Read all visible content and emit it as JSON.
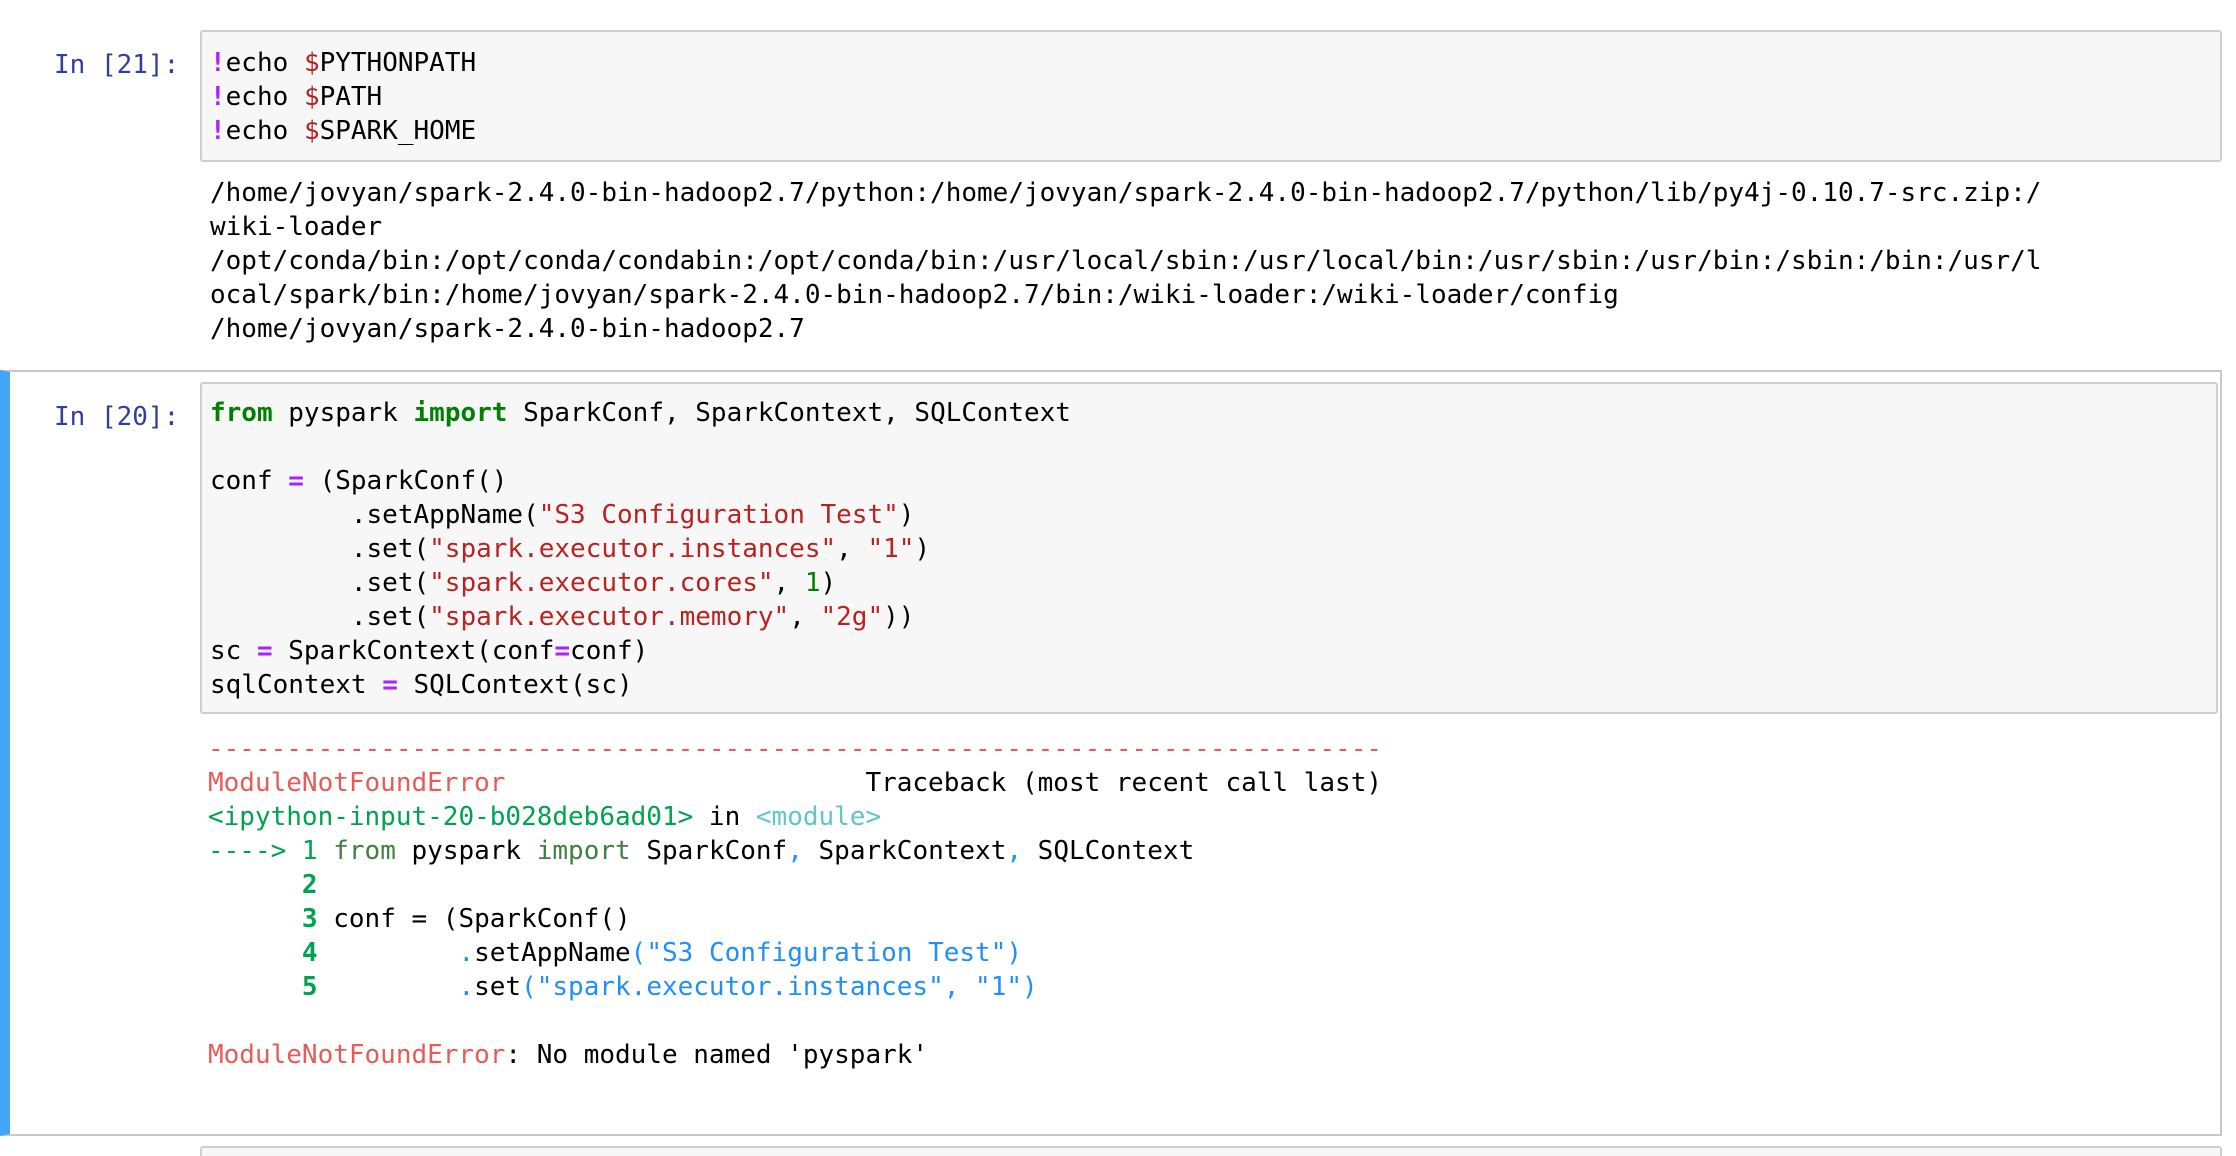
{
  "cell_1": {
    "prompt": "In [21]:",
    "code": {
      "l1": {
        "bang": "!",
        "cmd": "echo ",
        "dollar": "$",
        "var": "PYTHONPATH"
      },
      "l2": {
        "bang": "!",
        "cmd": "echo ",
        "dollar": "$",
        "var": "PATH"
      },
      "l3": {
        "bang": "!",
        "cmd": "echo ",
        "dollar": "$",
        "var": "SPARK_HOME"
      }
    },
    "output": [
      "/home/jovyan/spark-2.4.0-bin-hadoop2.7/python:/home/jovyan/spark-2.4.0-bin-hadoop2.7/python/lib/py4j-0.10.7-src.zip:/",
      "wiki-loader",
      "/opt/conda/bin:/opt/conda/condabin:/opt/conda/bin:/usr/local/sbin:/usr/local/bin:/usr/sbin:/usr/bin:/sbin:/bin:/usr/l",
      "ocal/spark/bin:/home/jovyan/spark-2.4.0-bin-hadoop2.7/bin:/wiki-loader:/wiki-loader/config",
      "/home/jovyan/spark-2.4.0-bin-hadoop2.7"
    ]
  },
  "cell_2": {
    "prompt": "In [20]:",
    "code": {
      "l1": {
        "kw_from": "from",
        "mod": " pyspark ",
        "kw_import": "import",
        "names": " SparkConf, SparkContext, SQLContext"
      },
      "l3": {
        "a": "conf ",
        "eq": "=",
        "b": " (SparkConf()"
      },
      "l4": {
        "a": "         .setAppName(",
        "s1": "\"S3 Configuration Test\"",
        "b": ")"
      },
      "l5": {
        "a": "         .set(",
        "s1": "\"spark.executor.instances\"",
        "c": ", ",
        "s2": "\"1\"",
        "b": ")"
      },
      "l6": {
        "a": "         .set(",
        "s1": "\"spark.executor.cores\"",
        "c": ", ",
        "n": "1",
        "b": ")"
      },
      "l7": {
        "a": "         .set(",
        "s1": "\"spark.executor.memory\"",
        "c": ", ",
        "s2": "\"2g\"",
        "b": "))"
      },
      "l8": {
        "a": "sc ",
        "eq": "=",
        "b": " SparkContext(conf",
        "eq2": "=",
        "c": "conf)"
      },
      "l9": {
        "a": "sqlContext ",
        "eq": "=",
        "b": " SQLContext(sc)"
      }
    },
    "traceback": {
      "dashes": "---------------------------------------------------------------------------",
      "err_name": "ModuleNotFoundError",
      "err_right": "                       Traceback (most recent call last)",
      "input_ref": "<ipython-input-20-b028deb6ad01>",
      "in_word": " in ",
      "module_ref": "<module>",
      "arrow": "----> 1 ",
      "t1_from": "from",
      "t1_mod": " pyspark ",
      "t1_import": "import",
      "t1_a": " SparkConf",
      "t1_comma1": ",",
      "t1_b": " SparkContext",
      "t1_comma2": ",",
      "t1_c": " SQLContext",
      "ln2": "2",
      "ln3": "3",
      "t3_text": " conf = (SparkConf()",
      "ln4": "4",
      "t4_dot": "         .",
      "t4_a": "setAppName",
      "t4_s": "(\"S3 Configuration Test\")",
      "ln5": "5",
      "t5_dot": "         .",
      "t5_a": "set",
      "t5_s": "(\"spark.executor.instances\", \"1\")",
      "final_name": "ModuleNotFoundError",
      "final_msg": ": No module named 'pyspark'"
    }
  },
  "colors": {
    "prompt": "#303f9f",
    "selected_border": "#42a5f5",
    "keyword": "#008000",
    "operator": "#aa22ff",
    "string": "#ba2121",
    "traceback_red": "#e75c58",
    "traceback_green": "#00a250",
    "traceback_cyan": "#60c6c8",
    "traceback_blue": "#208ffb"
  }
}
